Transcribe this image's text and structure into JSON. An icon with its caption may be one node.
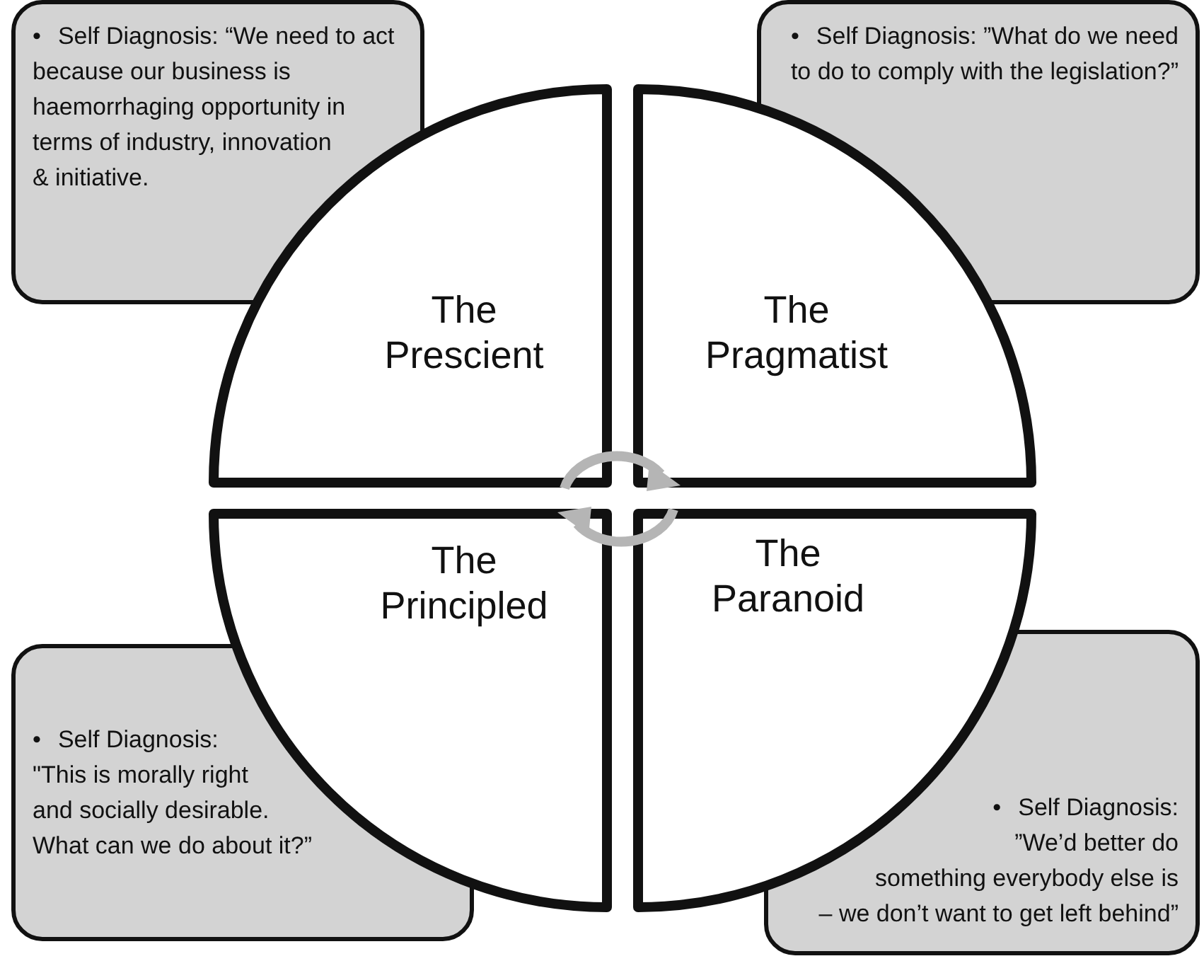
{
  "diagram": {
    "nodes": [
      {
        "text": [
          "•",
          "Self Diagnosis: “We need to act because our business is haemorrhaging opportunity in terms of industry, innovation & initiative."
        ]
      },
      {
        "text": [
          "•",
          "Self Diagnosis: ”What do we need to do to comply with the legislation?”"
        ]
      },
      {
        "text": [
          "The Prescient"
        ]
      },
      {
        "text": [
          "The Pragmatist"
        ]
      },
      {
        "text": [
          "The Principled"
        ]
      },
      {
        "text": [
          "The Paranoid"
        ]
      },
      {
        "text": [
          "•",
          "Self Diagnosis: \"This is morally right and socially desirable. What can we do about it?”"
        ]
      },
      {
        "text": [
          "•",
          "Self Diagnosis: ”We’d better do something everybody else is – we don’t want to get left behind”"
        ]
      }
    ]
  }
}
